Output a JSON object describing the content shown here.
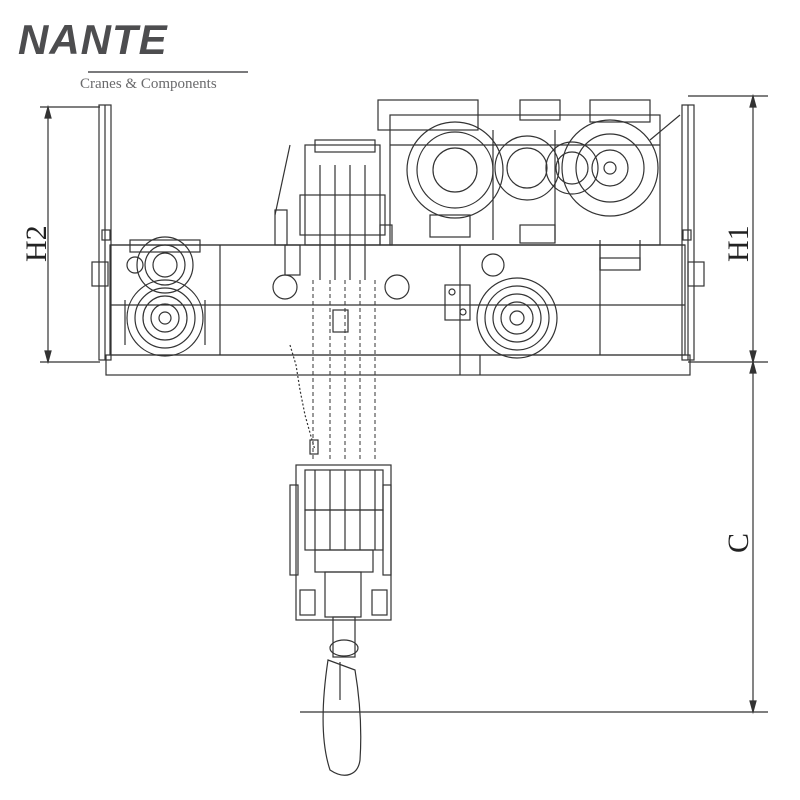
{
  "logo": {
    "brand": "NANTE",
    "tagline": "Cranes & Components"
  },
  "dimensions": {
    "h1": "H1",
    "h2": "H2",
    "c": "C"
  },
  "colors": {
    "line": "#333333",
    "logo": "#4d4d4f"
  }
}
